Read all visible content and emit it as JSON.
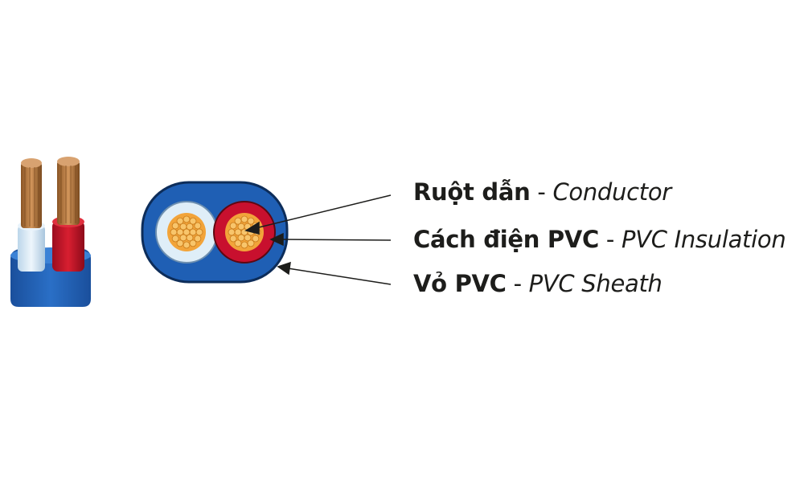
{
  "labels": [
    {
      "vi": "Ruột dẫn",
      "sep": " - ",
      "en": "Conductor"
    },
    {
      "vi": "Cách điện PVC",
      "sep": " - ",
      "en": "PVC Insulation"
    },
    {
      "vi": "Vỏ PVC",
      "sep": " - ",
      "en": "PVC Sheath"
    }
  ],
  "colors": {
    "sheath": "#1f5fb4",
    "insulation_red": "#c8102e",
    "insulation_white": "#dfeef8",
    "conductor": "#f2a43a"
  }
}
